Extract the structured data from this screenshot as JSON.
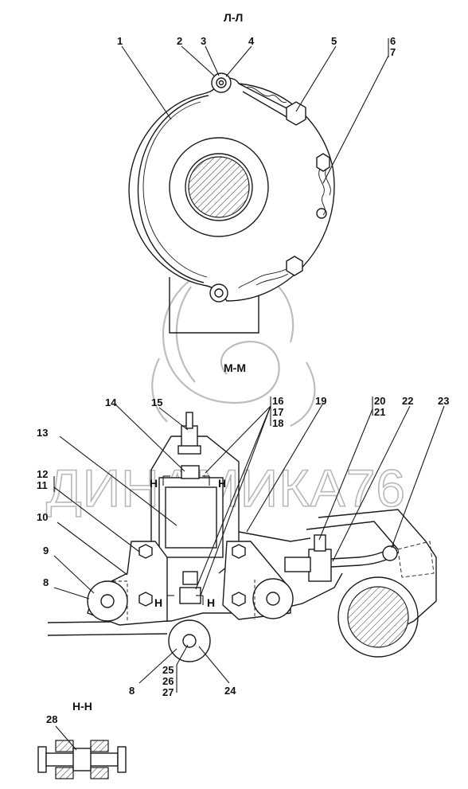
{
  "sections": {
    "ll": "Л-Л",
    "mm": "М-М",
    "nn": "Н-Н"
  },
  "cut_marks": {
    "h_left_top": "Н",
    "h_right_top": "Н",
    "h_left_bottom": "Н",
    "h_right_bottom": "Н"
  },
  "watermark": {
    "text": "ДИНАМИКА76"
  },
  "callouts": {
    "c1": "1",
    "c2": "2",
    "c3": "3",
    "c4": "4",
    "c5": "5",
    "c6": "6",
    "c7": "7",
    "c8a": "8",
    "c8b": "8",
    "c9": "9",
    "c10": "10",
    "c11": "11",
    "c12": "12",
    "c13": "13",
    "c14": "14",
    "c15": "15",
    "c16": "16",
    "c17": "17",
    "c18": "18",
    "c19": "19",
    "c20": "20",
    "c21": "21",
    "c22": "22",
    "c23": "23",
    "c24": "24",
    "c25": "25",
    "c26": "26",
    "c27": "27",
    "c28": "28"
  }
}
